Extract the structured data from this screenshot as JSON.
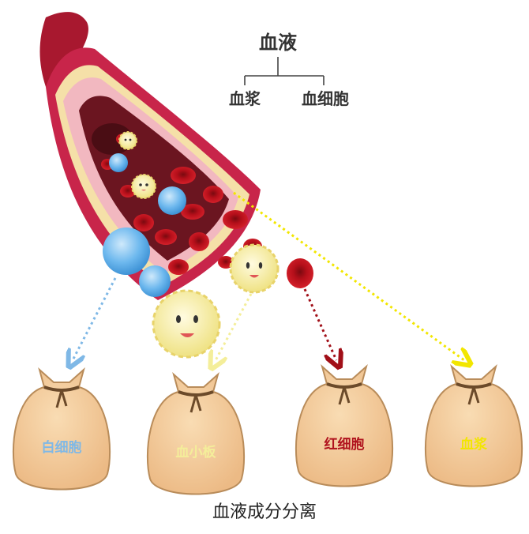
{
  "tree": {
    "root": "血液",
    "left": "血浆",
    "right": "血细胞"
  },
  "bags": [
    {
      "label": "白细胞",
      "color": "#7fb8e6"
    },
    {
      "label": "血小板",
      "color": "#f4ee9a"
    },
    {
      "label": "红细胞",
      "color": "#b0121d"
    },
    {
      "label": "血浆",
      "color": "#f2e600"
    }
  ],
  "caption": "血液成分分离",
  "colors": {
    "bag": "#f2c99a",
    "bag_edge": "#b98c5a",
    "rope": "#6b4a2a",
    "vessel_outer": "#c8254a",
    "red_cell": "#c8101e",
    "white_cell": "#66b2ea",
    "platelet": "#f6efa6"
  }
}
